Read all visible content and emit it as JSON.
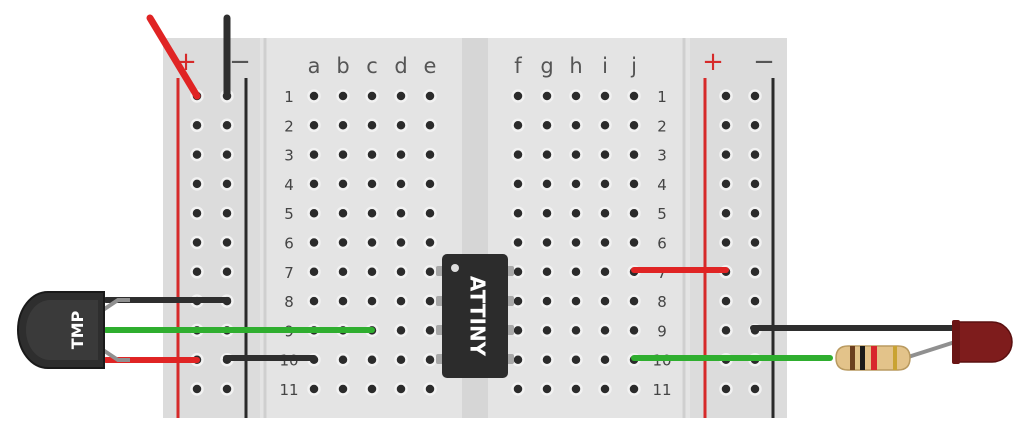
{
  "breadboard": {
    "rail_plus": "+",
    "rail_minus": "−",
    "columns_left": [
      "a",
      "b",
      "c",
      "d",
      "e"
    ],
    "columns_right": [
      "f",
      "g",
      "h",
      "i",
      "j"
    ],
    "row_numbers": [
      "1",
      "2",
      "3",
      "4",
      "5",
      "6",
      "7",
      "8",
      "9",
      "10",
      "11"
    ]
  },
  "components": {
    "sensor_label": "TMP",
    "chip_label": "ATTINY"
  },
  "colors": {
    "board": "#e4e4e4",
    "rail_red": "#d62a2a",
    "rail_dark": "#2a2a2a",
    "wire_red": "#e02424",
    "wire_green": "#2fae2f",
    "wire_black": "#2e2e2e",
    "chip": "#2c2c2c",
    "led": "#7e1c1c",
    "resistor": "#e3c38a"
  }
}
